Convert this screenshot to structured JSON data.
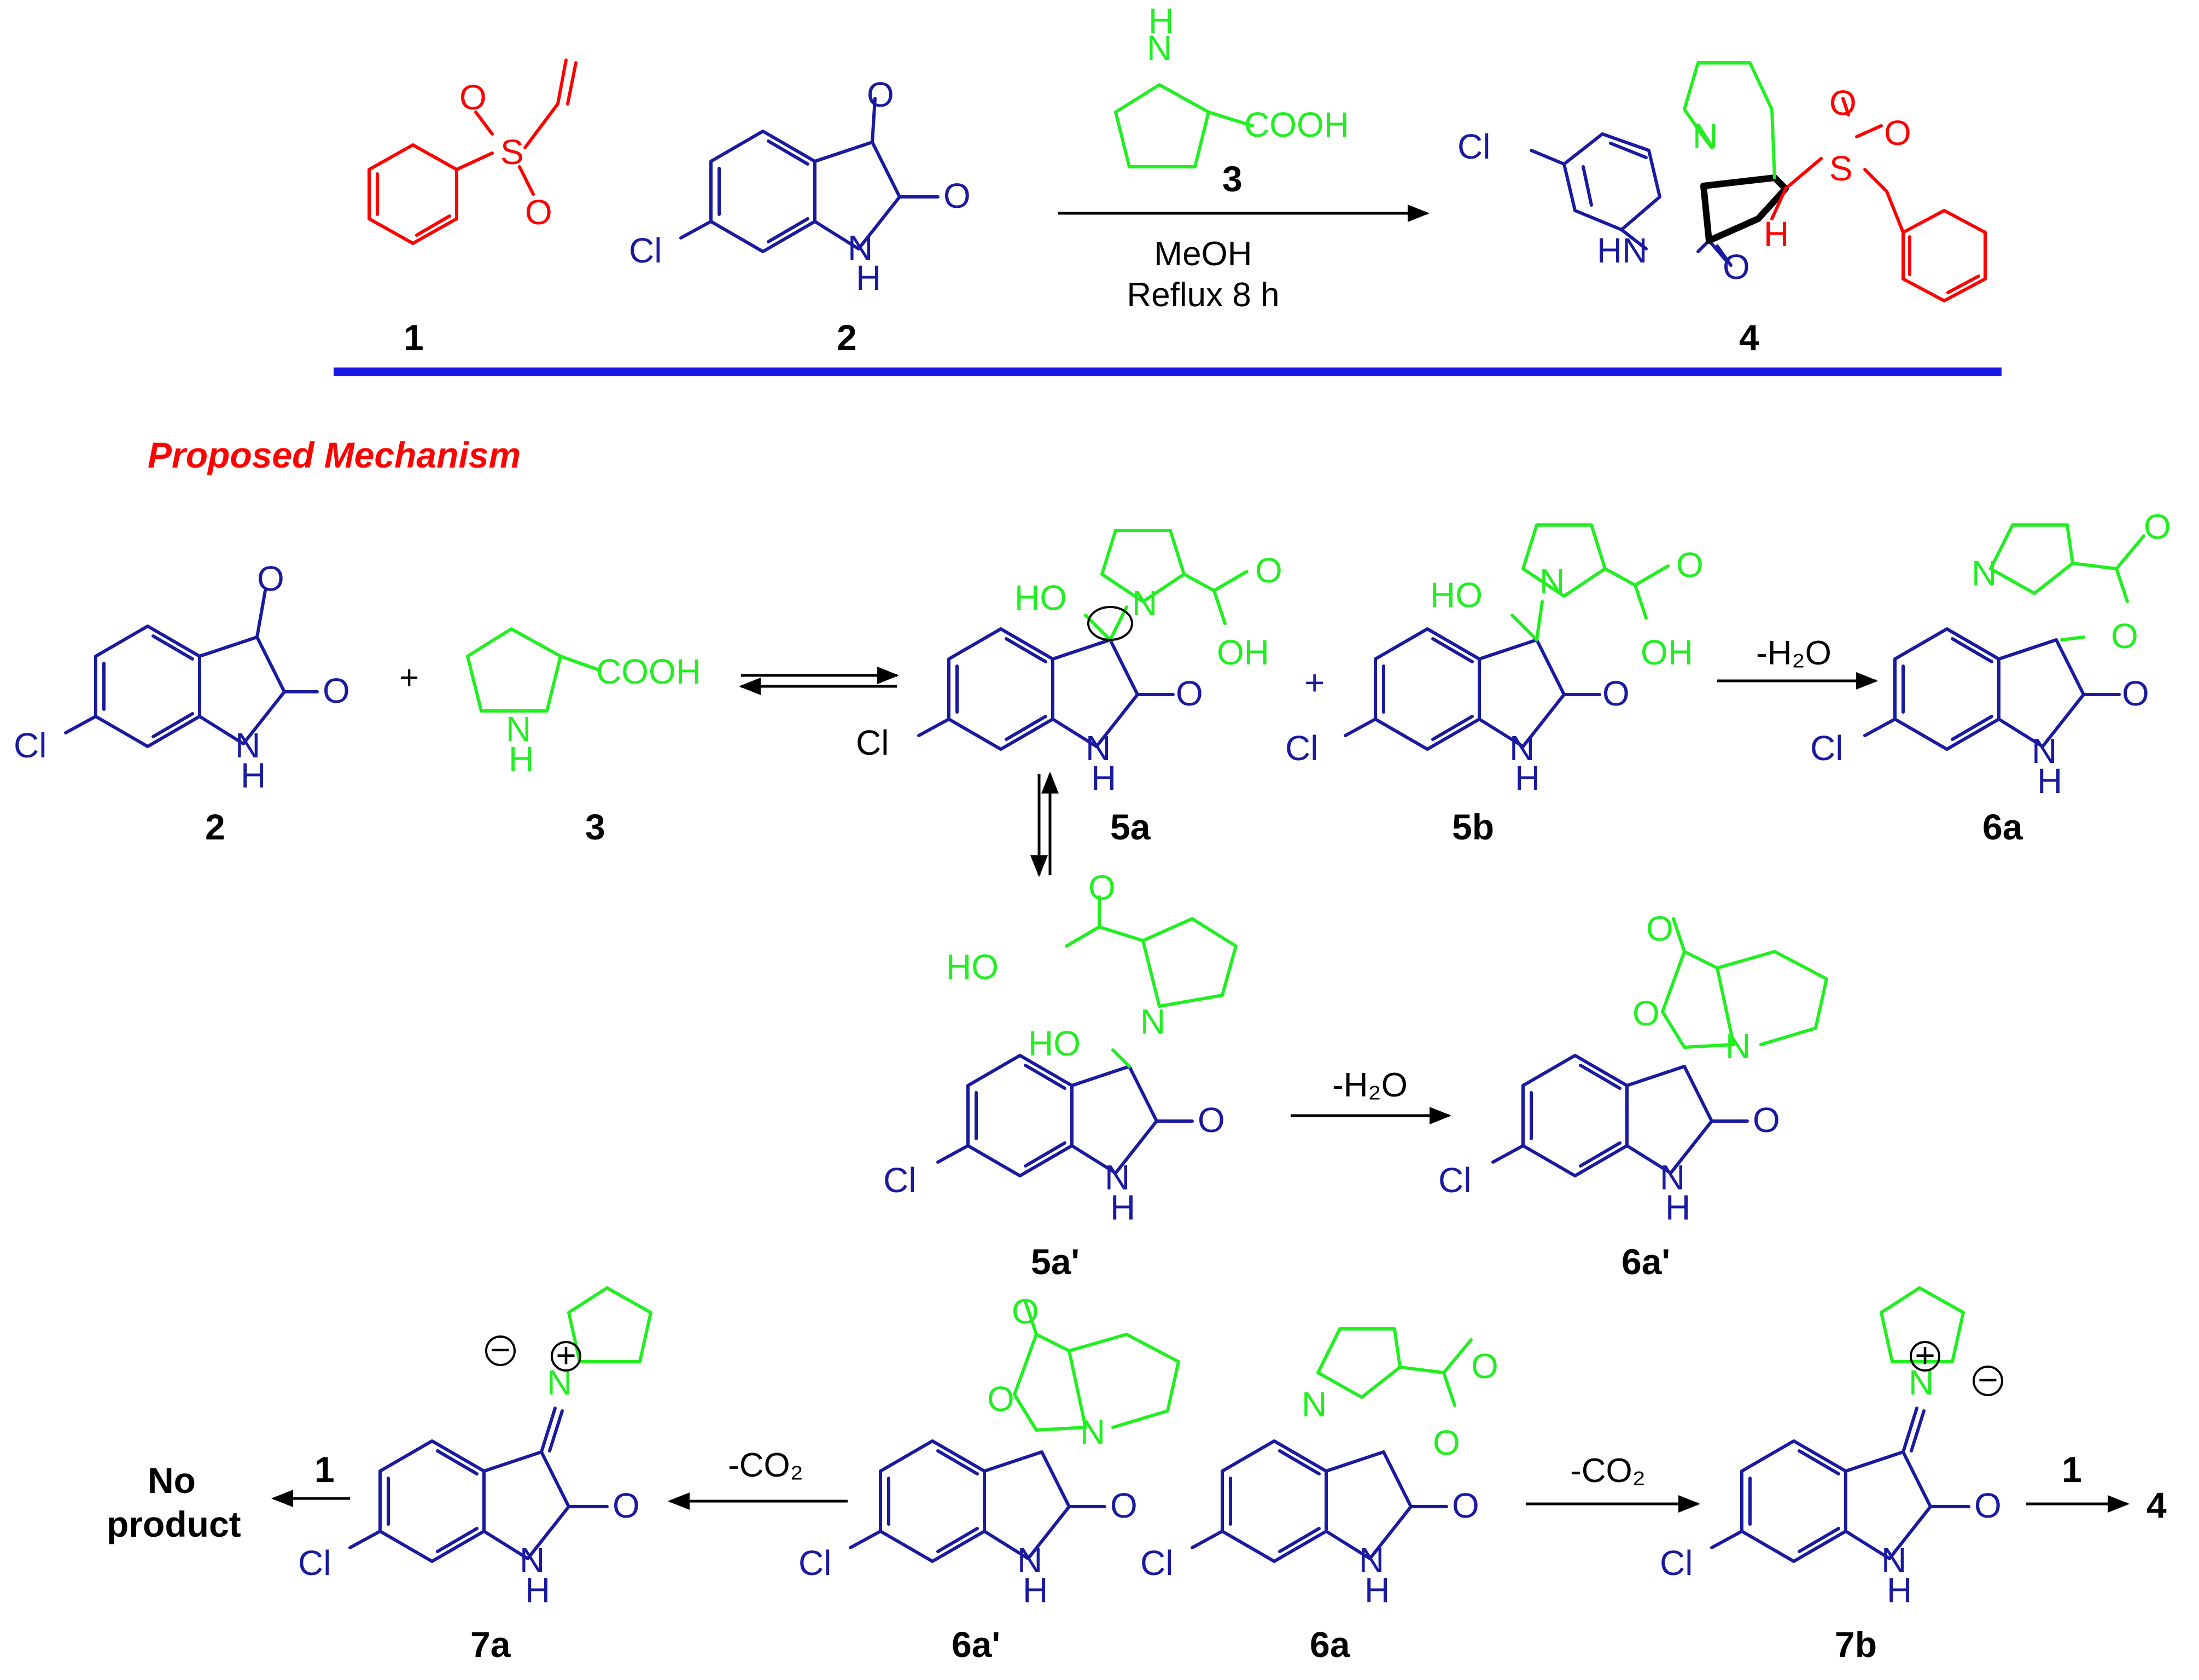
{
  "colors": {
    "reagent1": "#ff0000",
    "isatin": "#1a1aa0",
    "proline": "#22ee22",
    "divider": "#1a1ae6",
    "heading": "#ff0000",
    "text": "#000000"
  },
  "scheme": {
    "compound_labels": {
      "c1": "1",
      "c2": "2",
      "c3": "3",
      "c4": "4"
    },
    "conditions": {
      "catalyst": "3",
      "solvent": "MeOH",
      "time": "Reflux 8 h"
    }
  },
  "mechanism": {
    "heading": "Proposed Mechanism",
    "labels": {
      "c2": "2",
      "c3": "3",
      "c5a": "5a",
      "c5b": "5b",
      "c6a": "6a",
      "c5a_prime": "5a'",
      "c6a_prime": "6a'",
      "c7a": "7a",
      "c6a_prime_b": "6a'",
      "c6a_b": "6a",
      "c7b": "7b"
    },
    "arrows": {
      "dehydration1": "-H₂O",
      "dehydration2": "-H₂O",
      "decarb_left": "-CO₂",
      "decarb_right": "-CO₂",
      "reagent_left": "1",
      "reagent_right": "1"
    },
    "outcomes": {
      "no_product_line1": "No",
      "no_product_line2": "product",
      "product": "4"
    },
    "plus": "+"
  },
  "atoms": {
    "O": "O",
    "S": "S",
    "N": "N",
    "H": "H",
    "Cl": "Cl",
    "NH": "NH",
    "HN": "HN",
    "HO": "HO",
    "OH": "OH",
    "COOH": "COOH",
    "plus_charge": "+",
    "minus_charge": "−"
  }
}
